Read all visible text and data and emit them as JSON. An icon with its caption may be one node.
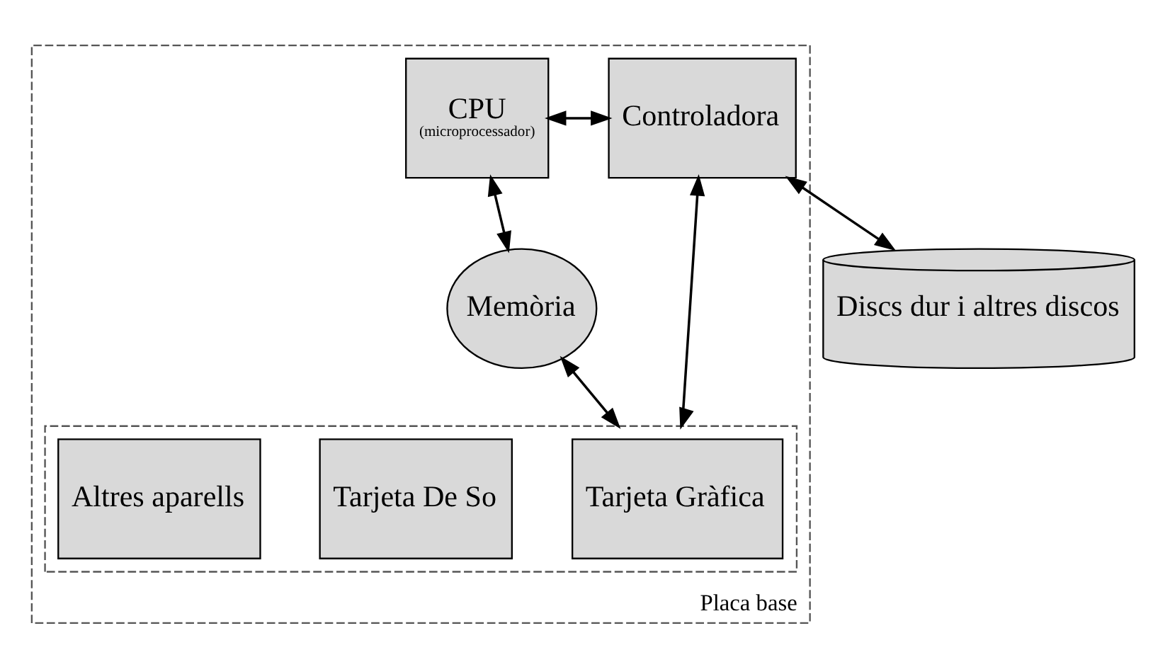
{
  "diagram": {
    "nodes": [
      {
        "text": [
          "Placa base"
        ]
      },
      {
        "text": [
          "CPU",
          "(microprocessador)"
        ],
        "in": 0
      },
      {
        "text": [
          "Controladora"
        ],
        "in": 0
      },
      {
        "text": [
          "Memòria"
        ],
        "in": 0
      },
      {
        "text": [],
        "shape": "box",
        "in": 0
      },
      {
        "text": [
          "Tarjeta Gràfica"
        ],
        "in": 4
      },
      {
        "text": [
          "Tarjeta De So"
        ],
        "in": 4
      },
      {
        "text": [
          "Altres aparells"
        ],
        "in": 4
      },
      {
        "text": [
          "Discs dur i altres discos"
        ]
      }
    ],
    "edges": [
      {
        "from": 1,
        "to": 2,
        "arrow": "both"
      },
      {
        "from": 2,
        "to": 8,
        "arrow": "both"
      },
      {
        "from": 1,
        "to": 3,
        "arrow": "both"
      },
      {
        "from": 2,
        "to": 4,
        "arrow": "both"
      },
      {
        "from": 3,
        "to": 4,
        "arrow": "both"
      }
    ]
  }
}
